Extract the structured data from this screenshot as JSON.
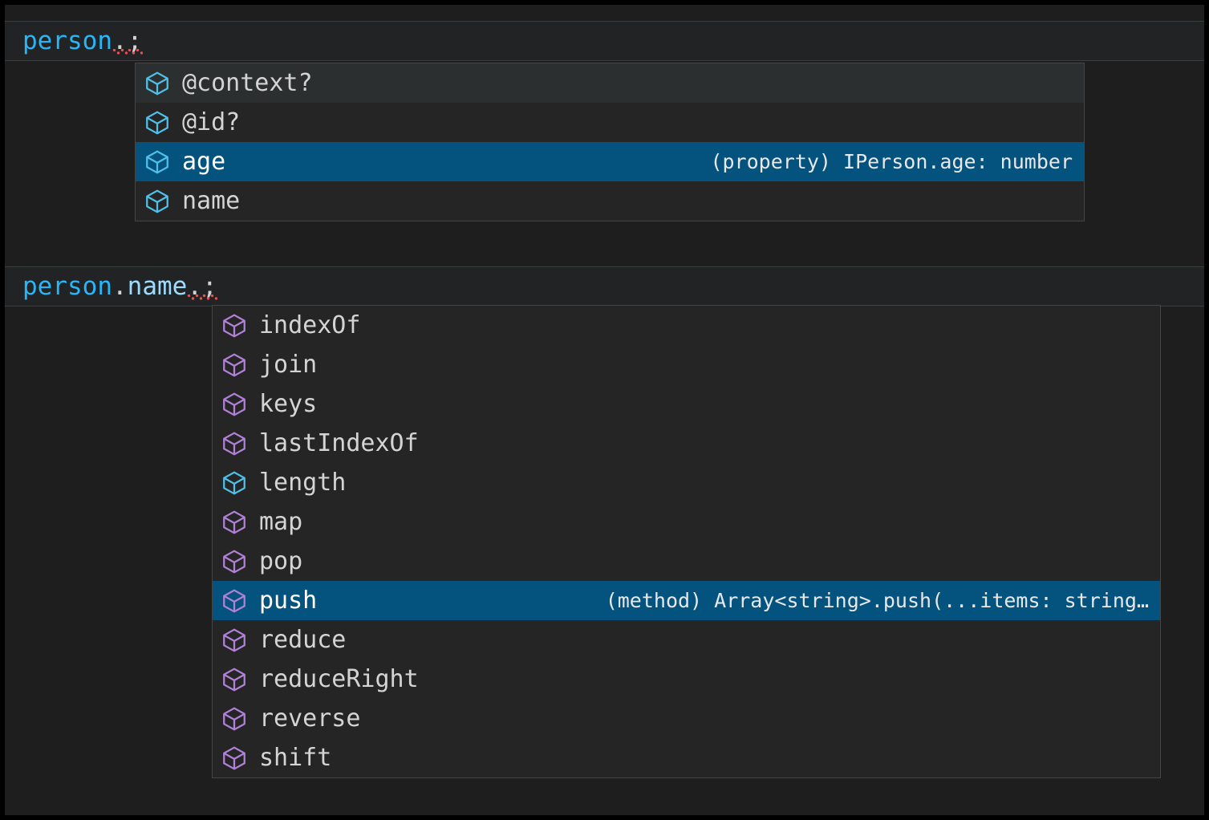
{
  "theme": {
    "editor_background": "#1E1E1E",
    "current_line_background": "#222324",
    "suggest_background": "#252526",
    "suggest_border": "#454545",
    "selected_row_background": "#04527E",
    "hover_row_background": "#2C2F2F",
    "variable_color": "#29B6F6",
    "property_token_color": "#9CDCFE",
    "method_icon_color": "#B180D7",
    "property_icon_color": "#4FC1E9",
    "error_squiggle_color": "#F14C4C",
    "text_color": "#D4D4D4"
  },
  "lines": [
    {
      "id": "line-1",
      "tokens": [
        {
          "text": "person",
          "kind": "variable"
        },
        {
          "text": ".",
          "kind": "punct",
          "error": true
        },
        {
          "text": ";",
          "kind": "punct",
          "error": true
        }
      ],
      "plain": "person.;"
    },
    {
      "id": "line-2",
      "tokens": [
        {
          "text": "person",
          "kind": "variable"
        },
        {
          "text": ".",
          "kind": "punct"
        },
        {
          "text": "name",
          "kind": "property"
        },
        {
          "text": ".",
          "kind": "punct",
          "error": true
        },
        {
          "text": ";",
          "kind": "punct",
          "error": true
        }
      ],
      "plain": "person.name.;"
    }
  ],
  "suggest_panels": [
    {
      "id": "suggest-panel-person",
      "for_line": "line-1",
      "items": [
        {
          "label": "@context?",
          "icon": "property-cube-icon",
          "icon_kind": "property",
          "state": "hover",
          "detail": ""
        },
        {
          "label": "@id?",
          "icon": "property-cube-icon",
          "icon_kind": "property",
          "state": "normal",
          "detail": ""
        },
        {
          "label": "age",
          "icon": "property-cube-icon",
          "icon_kind": "property",
          "state": "selected",
          "detail": "(property) IPerson.age: number"
        },
        {
          "label": "name",
          "icon": "property-cube-icon",
          "icon_kind": "property",
          "state": "normal",
          "detail": ""
        }
      ]
    },
    {
      "id": "suggest-panel-person-name",
      "for_line": "line-2",
      "items": [
        {
          "label": "indexOf",
          "icon": "method-cube-icon",
          "icon_kind": "method",
          "state": "normal",
          "detail": ""
        },
        {
          "label": "join",
          "icon": "method-cube-icon",
          "icon_kind": "method",
          "state": "normal",
          "detail": ""
        },
        {
          "label": "keys",
          "icon": "method-cube-icon",
          "icon_kind": "method",
          "state": "normal",
          "detail": ""
        },
        {
          "label": "lastIndexOf",
          "icon": "method-cube-icon",
          "icon_kind": "method",
          "state": "normal",
          "detail": ""
        },
        {
          "label": "length",
          "icon": "property-cube-icon",
          "icon_kind": "property",
          "state": "normal",
          "detail": ""
        },
        {
          "label": "map",
          "icon": "method-cube-icon",
          "icon_kind": "method",
          "state": "normal",
          "detail": ""
        },
        {
          "label": "pop",
          "icon": "method-cube-icon",
          "icon_kind": "method",
          "state": "normal",
          "detail": ""
        },
        {
          "label": "push",
          "icon": "method-cube-icon",
          "icon_kind": "method",
          "state": "selected",
          "detail": "(method) Array<string>.push(...items: string…"
        },
        {
          "label": "reduce",
          "icon": "method-cube-icon",
          "icon_kind": "method",
          "state": "normal",
          "detail": ""
        },
        {
          "label": "reduceRight",
          "icon": "method-cube-icon",
          "icon_kind": "method",
          "state": "normal",
          "detail": ""
        },
        {
          "label": "reverse",
          "icon": "method-cube-icon",
          "icon_kind": "method",
          "state": "normal",
          "detail": ""
        },
        {
          "label": "shift",
          "icon": "method-cube-icon",
          "icon_kind": "method",
          "state": "normal",
          "detail": ""
        }
      ]
    }
  ]
}
